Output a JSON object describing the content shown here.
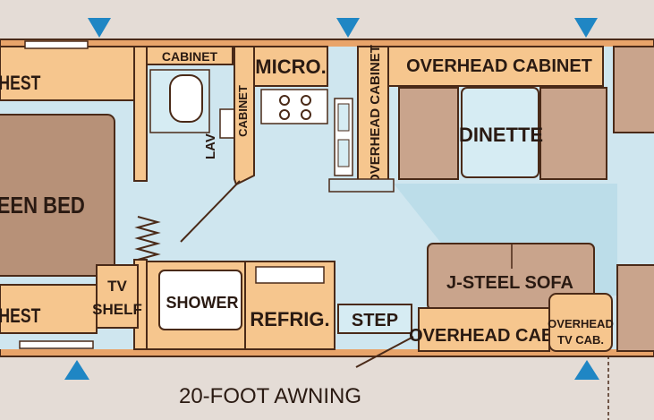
{
  "colors": {
    "background": "#e4dcd6",
    "floor": "#cfe6ef",
    "cabinet": "#f6c68e",
    "cabinet_dark": "#e0a56a",
    "outline": "#4a2a18",
    "bed": "#b79178",
    "seat": "#c9a48c",
    "window_marker": "#1f86c4"
  },
  "labels": {
    "chest_top": "HEST",
    "queen_bed": "EEN BED",
    "chest_bottom": "HEST",
    "cabinet_top": "CABINET",
    "lav": "LAV",
    "cabinet_vertical": "CABINET",
    "micro": "MICRO.",
    "overhead_cabinet_vertical": "OVERHEAD CABINET",
    "overhead_cabinet_top": "OVERHEAD CABINET",
    "dinette": "DINETTE",
    "tv_shelf_line1": "TV",
    "tv_shelf_line2": "SHELF",
    "shower": "SHOWER",
    "refrig": "REFRIG.",
    "step": "STEP",
    "j_steel_sofa": "J-STEEL SOFA",
    "overhead_cab": "OVERHEAD CAB.",
    "overhead_tv_cab_line1": "OVERHEAD",
    "overhead_tv_cab_line2": "TV CAB.",
    "awning": "20-FOOT AWNING"
  },
  "icons": {
    "window_marker": "triangle-marker-icon",
    "stove": "stove-burner-icon",
    "toilet": "toilet-icon",
    "sink": "sink-icon"
  }
}
